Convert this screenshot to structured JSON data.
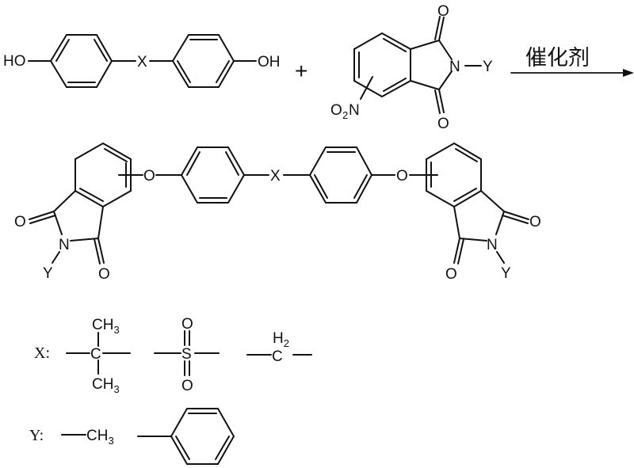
{
  "scheme": {
    "reactant1": {
      "name": "bisphenol",
      "left_group": "HO",
      "bridge": "X",
      "right_group": "OH"
    },
    "plus_sign": "+",
    "reactant2": {
      "name": "nitro-N-substituted-phthalimide",
      "nitro_label": "O",
      "nitro_sub": "2",
      "nitro_n": "N",
      "carbonyl_o_top": "O",
      "carbonyl_o_bottom": "O",
      "imide_n": "N",
      "substituent": "Y"
    },
    "arrow": {
      "catalyst_label": "催化剂"
    },
    "product": {
      "name": "bis(ether anhydride) imide",
      "left": {
        "ether_o": "O",
        "carbonyl_o_left": "O",
        "carbonyl_o_bottom": "O",
        "imide_n": "N",
        "substituent": "Y"
      },
      "bridge": "X",
      "right": {
        "ether_o": "O",
        "carbonyl_o_right": "O",
        "carbonyl_o_bottom": "O",
        "imide_n": "N",
        "substituent": "Y"
      }
    }
  },
  "legend": {
    "x_label": "X:",
    "x_options": [
      {
        "name": "isopropylidene",
        "center": "C",
        "top": "CH",
        "top_sub": "3",
        "bottom": "CH",
        "bottom_sub": "3"
      },
      {
        "name": "sulfonyl",
        "center": "S",
        "top": "O",
        "bottom": "O"
      },
      {
        "name": "methylene",
        "center": "C",
        "top": "H",
        "top_sub": "2"
      }
    ],
    "y_label": "Y:",
    "y_options": [
      {
        "name": "methyl",
        "text": "CH",
        "sub": "3"
      },
      {
        "name": "phenyl"
      }
    ]
  }
}
